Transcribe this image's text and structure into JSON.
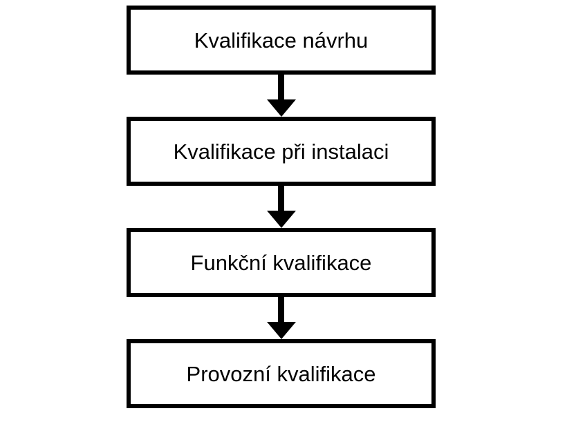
{
  "diagram": {
    "type": "flowchart",
    "direction": "top-down",
    "nodes": [
      {
        "id": "design-qualification",
        "label": "Kvalifikace návrhu"
      },
      {
        "id": "installation-qualification",
        "label": "Kvalifikace při instalaci"
      },
      {
        "id": "functional-qualification",
        "label": "Funkční kvalifikace"
      },
      {
        "id": "operational-qualification",
        "label": "Provozní kvalifikace"
      }
    ],
    "edges": [
      {
        "from": "design-qualification",
        "to": "installation-qualification",
        "style": "solid-arrow-down"
      },
      {
        "from": "installation-qualification",
        "to": "functional-qualification",
        "style": "solid-arrow-down"
      },
      {
        "from": "functional-qualification",
        "to": "operational-qualification",
        "style": "solid-arrow-down"
      }
    ],
    "colors": {
      "box_border": "#000000",
      "box_fill": "#ffffff",
      "text": "#000000",
      "arrow": "#000000",
      "background": "#ffffff"
    }
  }
}
